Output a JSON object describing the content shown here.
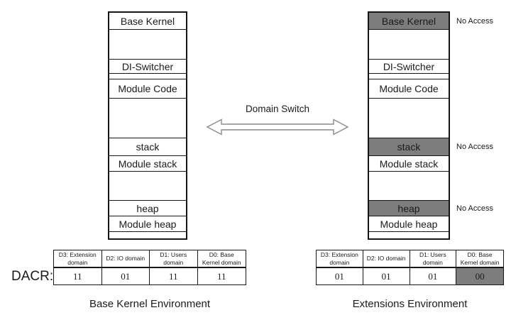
{
  "colors": {
    "highlight_gray": "#7d7d7d",
    "arrow_gray": "#8a8a8a",
    "border": "#161616"
  },
  "arrow": {
    "label": "Domain Switch"
  },
  "left_env": {
    "caption": "Base Kernel Environment",
    "rows": [
      "Base Kernel",
      "",
      "DI-Switcher",
      "",
      "Module Code",
      "",
      "stack",
      "Module stack",
      "",
      "heap",
      "Module heap",
      ""
    ]
  },
  "right_env": {
    "caption": "Extensions Environment",
    "rows": [
      "Base Kernel",
      "",
      "DI-Switcher",
      "",
      "Module Code",
      "",
      "stack",
      "Module stack",
      "",
      "heap",
      "Module heap",
      ""
    ],
    "annotations": [
      "No Access",
      "No Access",
      "No Access"
    ]
  },
  "dacr": {
    "label": "DACR:",
    "headers": [
      "D3: Extension domain",
      "D2: IO domain",
      "D1: Users domain",
      "D0: Base Kernel domain"
    ],
    "left_values": [
      "11",
      "01",
      "11",
      "11"
    ],
    "right_values": [
      "01",
      "01",
      "01",
      "00"
    ]
  }
}
